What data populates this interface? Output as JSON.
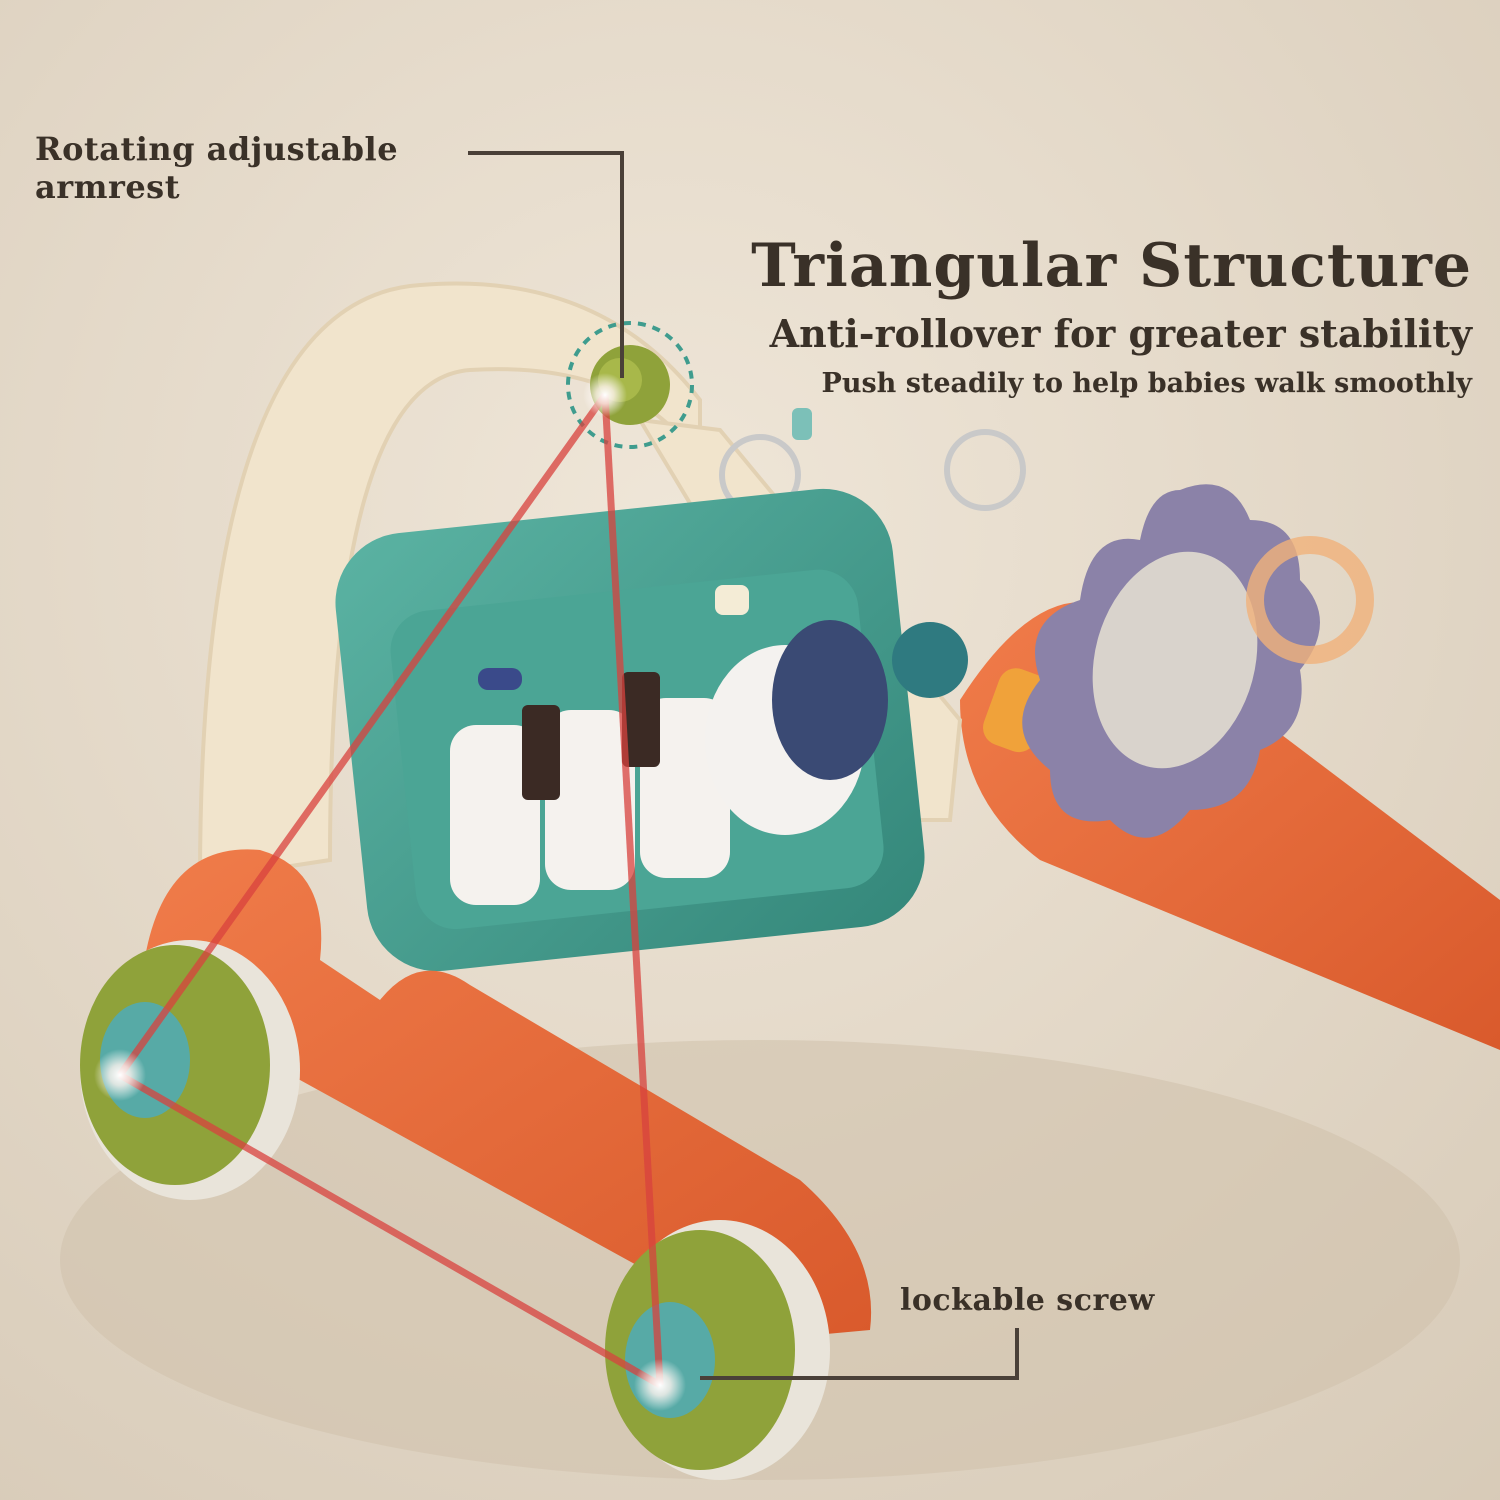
{
  "callouts": {
    "armrest": "Rotating adjustable armrest",
    "screw": "lockable screw"
  },
  "headline": {
    "title": "Triangular Structure",
    "subtitle": "Anti-rollover for greater stability",
    "tagline": "Push steadily to help babies walk smoothly"
  },
  "colors": {
    "background": "#e6dccd",
    "frame_orange": "#e8693a",
    "panel_teal": "#3f9c8e",
    "wheel_olive": "#8fa23a",
    "arch_cream": "#f1e4cc",
    "mirror_purple": "#8b82a8",
    "laser_red": "#d8423e",
    "text_dark": "#3a3128"
  }
}
